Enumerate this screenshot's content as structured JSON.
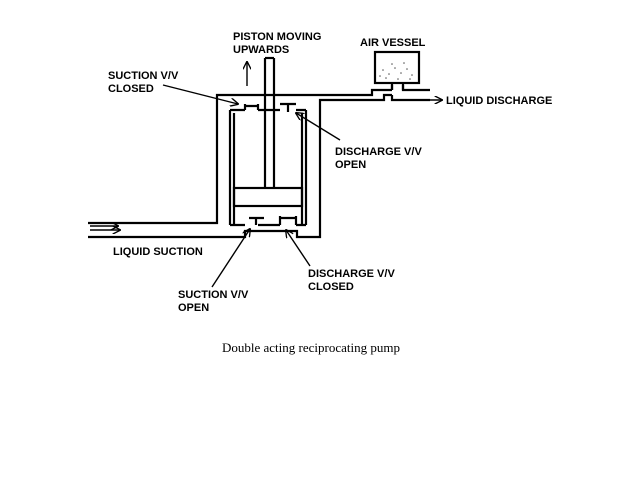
{
  "labels": {
    "piston_line1": "PISTON MOVING",
    "piston_line2": "UPWARDS",
    "air_vessel": "AIR VESSEL",
    "suction_closed_line1": "SUCTION V/V",
    "suction_closed_line2": "CLOSED",
    "liquid_discharge": "LIQUID DISCHARGE",
    "discharge_open_line1": "DISCHARGE V/V",
    "discharge_open_line2": "OPEN",
    "liquid_suction": "LIQUID SUCTION",
    "discharge_closed_line1": "DISCHARGE V/V",
    "discharge_closed_line2": "CLOSED",
    "suction_open_line1": "SUCTION V/V",
    "suction_open_line2": "OPEN"
  },
  "caption": "Double acting reciprocating pump"
}
